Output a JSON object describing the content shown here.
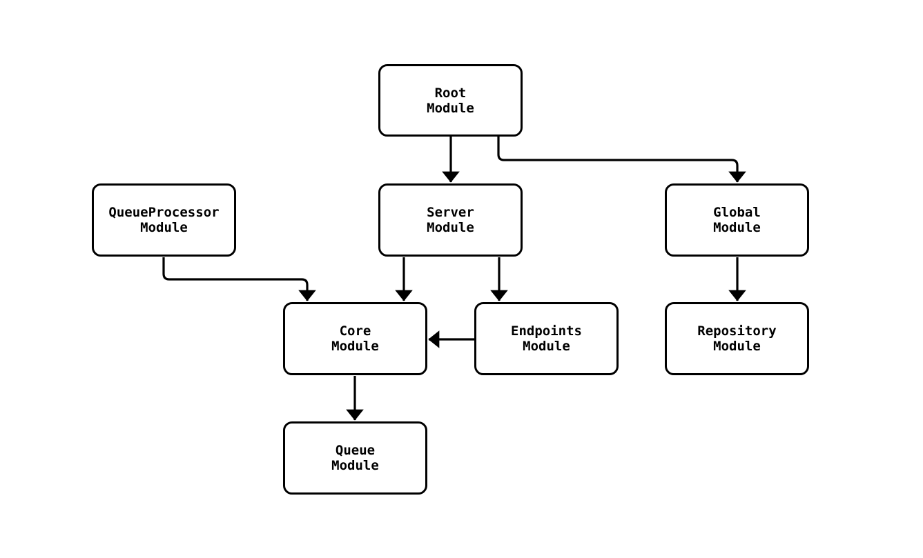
{
  "diagram": {
    "background_color": "#ffffff",
    "node_fill_color": "#ffffff",
    "stroke_color": "#000000",
    "nodes": {
      "root": {
        "label": "Root\nModule"
      },
      "queue_processor": {
        "label": "QueueProcessor\nModule"
      },
      "server": {
        "label": "Server\nModule"
      },
      "global": {
        "label": "Global\nModule"
      },
      "core": {
        "label": "Core\nModule"
      },
      "endpoints": {
        "label": "Endpoints\nModule"
      },
      "repository": {
        "label": "Repository\nModule"
      },
      "queue": {
        "label": "Queue\nModule"
      }
    },
    "edges": [
      {
        "from": "Root Module",
        "to": "Server Module"
      },
      {
        "from": "Root Module",
        "to": "Global Module"
      },
      {
        "from": "QueueProcessor Module",
        "to": "Core Module"
      },
      {
        "from": "Server Module",
        "to": "Core Module"
      },
      {
        "from": "Server Module",
        "to": "Endpoints Module"
      },
      {
        "from": "Endpoints Module",
        "to": "Core Module"
      },
      {
        "from": "Core Module",
        "to": "Queue Module"
      },
      {
        "from": "Global Module",
        "to": "Repository Module"
      }
    ]
  }
}
